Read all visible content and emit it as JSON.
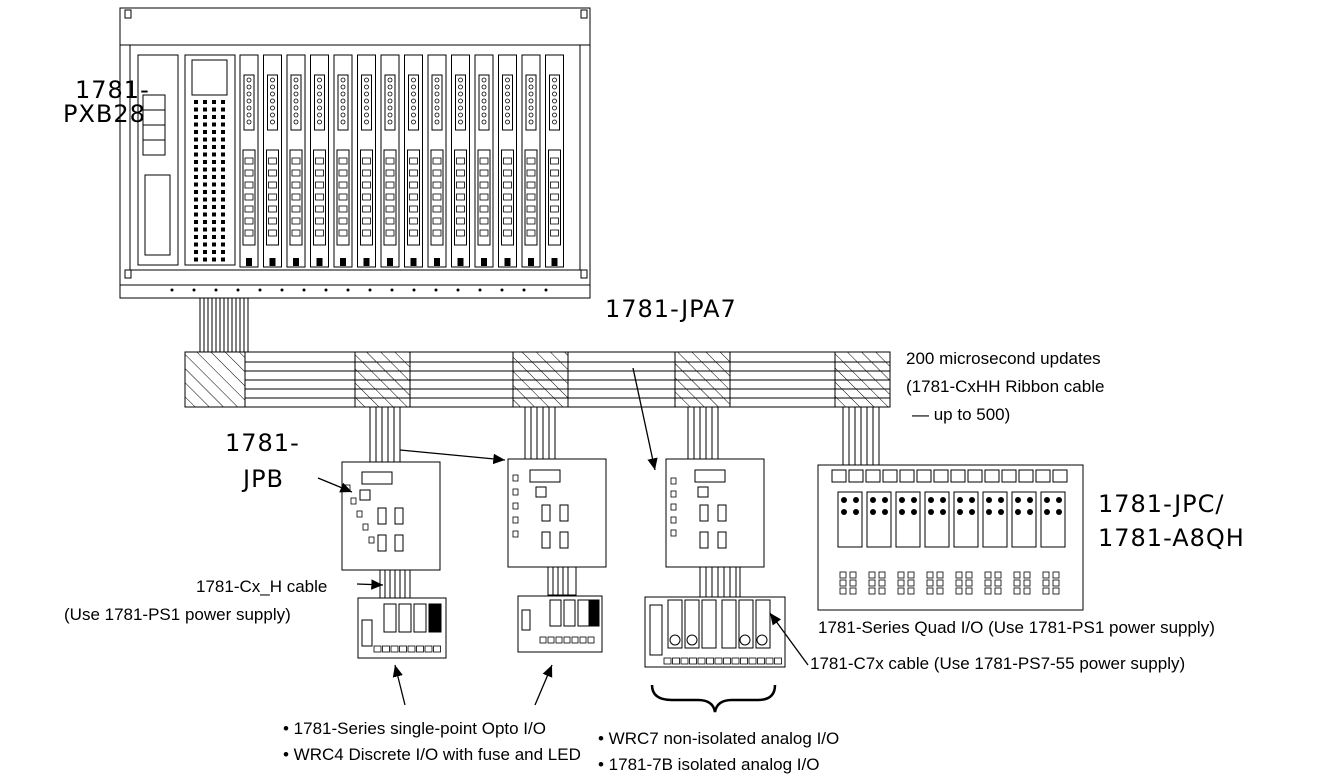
{
  "labels": {
    "pxb28_line1": "1781-",
    "pxb28_line2": "PXB28",
    "jpa7": "1781-JPA7",
    "jpb_line1": "1781-",
    "jpb_line2": "JPB",
    "jpc_line1": "1781-JPC/",
    "jpc_line2": "1781-A8QH",
    "updates_line1": "200 microsecond updates",
    "updates_line2": "(1781-CxHH Ribbon cable",
    "updates_line3": "— up to 500)",
    "cxh_cable": "1781-Cx_H cable",
    "cxh_power": "(Use 1781-PS1 power supply)",
    "quad_io": "1781-Series Quad I/O  (Use 1781-PS1 power supply)",
    "c7x_cable": "1781-C7x cable  (Use 1781-PS7-55 power supply)",
    "opto_line1": "• 1781-Series single-point Opto I/O",
    "opto_line2": "• WRC4 Discrete I/O with fuse and LED",
    "analog_line1": "• WRC7 non-isolated analog I/O",
    "analog_line2": "• 1781-7B isolated analog I/O"
  },
  "colors": {
    "line": "#000000",
    "background": "#ffffff",
    "fill": "#000000"
  }
}
